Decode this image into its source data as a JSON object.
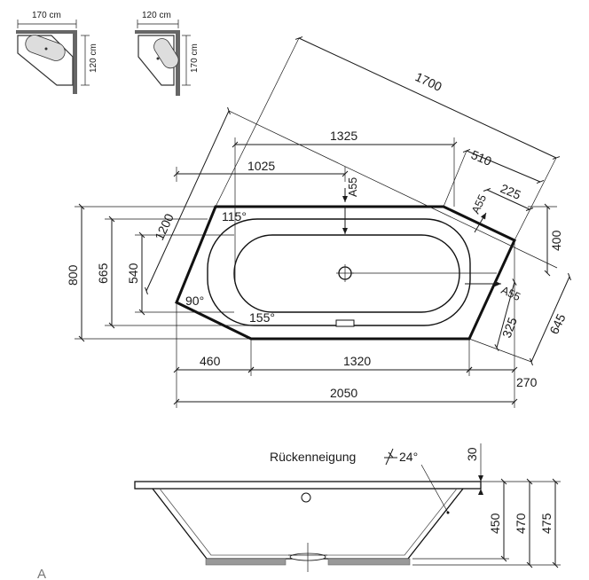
{
  "thumbnails": {
    "left": {
      "top_label": "170 cm",
      "side_label": "120 cm"
    },
    "right": {
      "top_label": "120 cm",
      "side_label": "170 cm"
    }
  },
  "plan_dimensions": {
    "diagonal_length": "1700",
    "inner_length_top": "1325",
    "inner_offset": "1025",
    "right_offset_510": "510",
    "right_offset_225": "225",
    "drain_a_label": "A55",
    "right_a_label_top": "A55",
    "right_a_label_bottom": "A55",
    "angled_side": "1200",
    "angle_top_left": "115°",
    "angle_left": "90°",
    "angle_bottom": "155°",
    "height_800": "800",
    "height_665": "665",
    "height_540": "540",
    "right_400": "400",
    "right_325": "325",
    "right_645": "645",
    "bottom_460": "460",
    "bottom_1320": "1320",
    "bottom_270": "270",
    "total_width": "2050"
  },
  "section": {
    "back_slope_label": "Rückenneigung",
    "back_slope_angle": "24°",
    "rim_30": "30",
    "depth_450": "450",
    "depth_470": "470",
    "depth_475": "475"
  },
  "corner_label": "A"
}
